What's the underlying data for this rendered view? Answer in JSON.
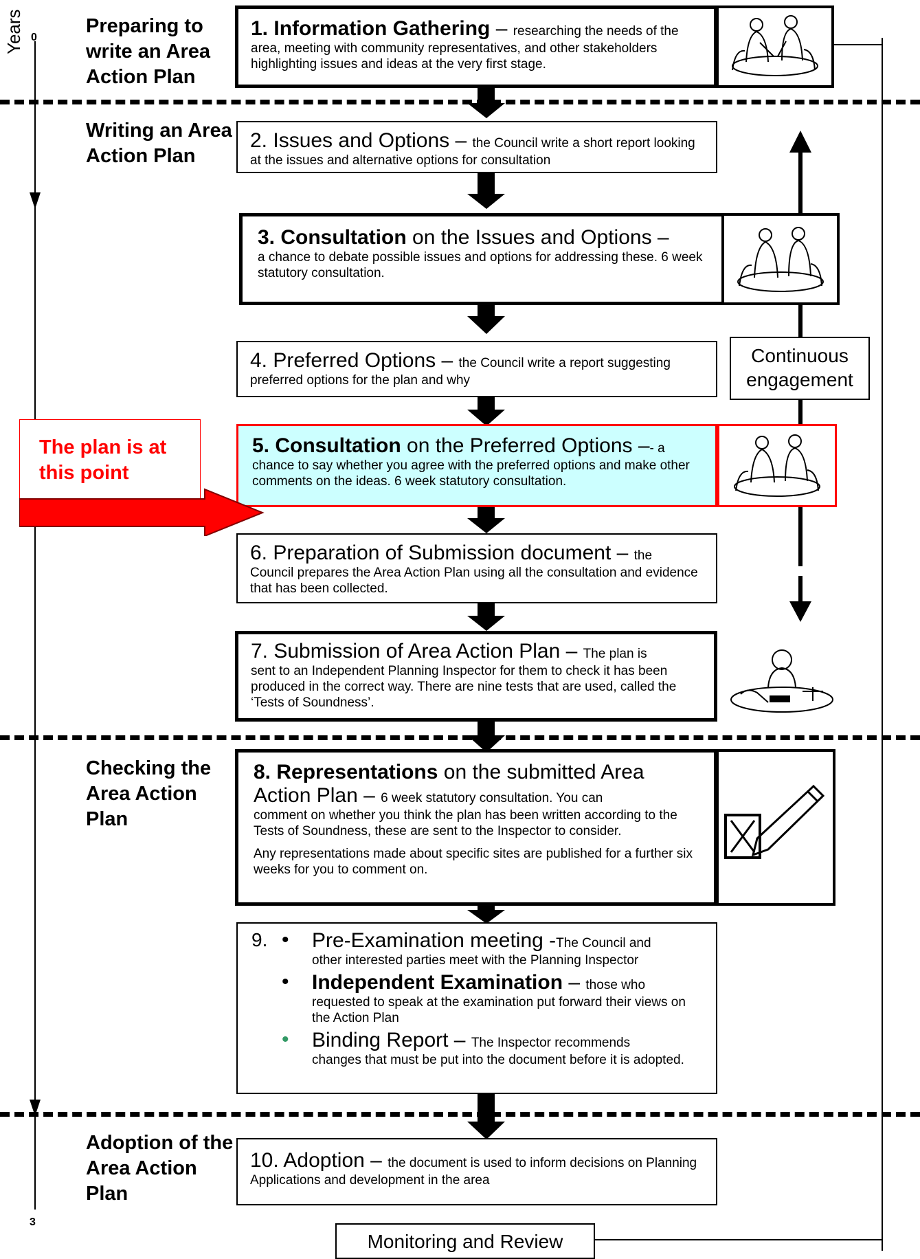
{
  "axis": {
    "label": "Years",
    "start": "0",
    "end": "3"
  },
  "stages": [
    {
      "id": "preparing",
      "text": "Preparing to write an Area Action Plan"
    },
    {
      "id": "writing",
      "text": "Writing an Area Action Plan"
    },
    {
      "id": "checking",
      "text": "Checking the Area Action Plan"
    },
    {
      "id": "adoption",
      "text": "Adoption of the Area Action Plan"
    }
  ],
  "steps": {
    "s1": {
      "title": "1. Information Gathering",
      "dash": " – ",
      "desc": "researching the needs of the area, meeting with community representatives, and other stakeholders highlighting issues and ideas at the very first stage."
    },
    "s2": {
      "title": "2. Issues and Options",
      "dash": " – ",
      "desc": "the Council write a short report looking at the issues and alternative options for consultation"
    },
    "s3": {
      "title": "3. Consultation",
      "title_rest": " on the Issues and Options –",
      "desc": "a chance to debate possible issues and options for addressing these. 6 week statutory consultation."
    },
    "s4": {
      "title": "4. Preferred Options",
      "dash": " – ",
      "desc": "the Council write a report suggesting preferred options for the plan and why"
    },
    "s5": {
      "title": "5. Consultation",
      "title_rest": " on the Preferred Options –",
      "desc_lead": "- a",
      "desc": "chance to say whether you agree with the preferred options and make other comments on the ideas. 6 week statutory consultation."
    },
    "s6": {
      "title": "6. Preparation of Submission document",
      "dash": " – ",
      "desc_lead": "the",
      "desc": "Council prepares the Area Action Plan using all the consultation and evidence that has been collected."
    },
    "s7": {
      "title": "7. Submission of Area Action Plan",
      "dash": " – ",
      "desc_lead": "The plan is",
      "desc": "sent to an Independent Planning Inspector for them to check it has been produced in the correct way.  There are nine tests that are used, called the ‘Tests of Soundness’."
    },
    "s8": {
      "title": "8. Representations",
      "title_rest": " on the submitted Area",
      "line2": "Action Plan",
      "dash": " – ",
      "desc_lead": "6 week statutory consultation.  You can",
      "desc": "comment on whether you think the plan has been written according to the Tests of Soundness, these are sent to the Inspector to consider.",
      "desc2": "Any representations made about specific sites are published for a further six weeks for you to comment on."
    },
    "s9": {
      "number": "9.",
      "items": [
        {
          "title": "Pre-Examination meeting",
          "dash": " -",
          "lead": "The Council and",
          "desc": "other interested parties meet with the Planning Inspector",
          "bold": false
        },
        {
          "title": "Independent Examination",
          "dash": " – ",
          "lead": "those who",
          "desc": "requested to speak at the examination put forward their views on the Action Plan",
          "bold": true
        },
        {
          "title": "Binding Report",
          "dash": " – ",
          "lead": "The Inspector recommends",
          "desc": "changes that must be put into the document before it is adopted.",
          "bold": false
        }
      ]
    },
    "s10": {
      "title": "10. Adoption",
      "dash": " – ",
      "desc": "the document is used to inform decisions on Planning Applications and development in the area"
    }
  },
  "callout": {
    "text": "The plan is at this point"
  },
  "continuous": {
    "text": "Continuous engagement"
  },
  "monitoring": {
    "text": "Monitoring and Review"
  },
  "colors": {
    "highlight_bg": "#ccffff",
    "highlight_border": "#ff0000",
    "callout_text": "#ff0000",
    "bullet_green": "#339966"
  }
}
